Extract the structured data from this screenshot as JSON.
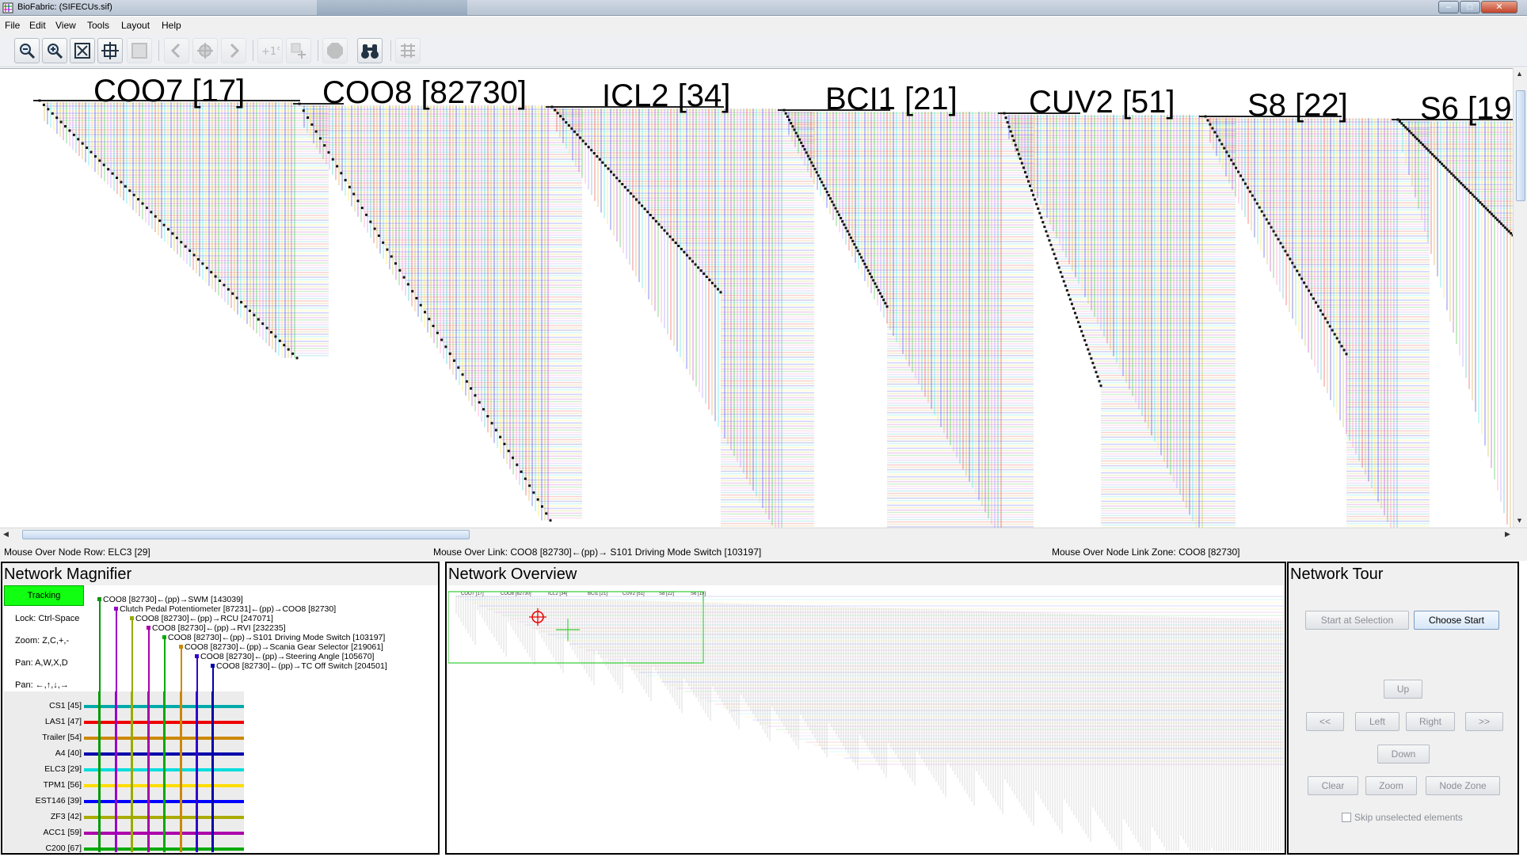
{
  "window": {
    "title": "BioFabric: (SIFECUs.sif)",
    "controls": [
      "minimize",
      "maximize",
      "close"
    ]
  },
  "menu": [
    "File",
    "Edit",
    "View",
    "Tools",
    "Layout",
    "Help"
  ],
  "toolbar": {
    "buttons": [
      {
        "name": "zoom-out-icon",
        "enabled": true
      },
      {
        "name": "zoom-in-icon",
        "enabled": true
      },
      {
        "name": "zoom-to-fit-icon",
        "enabled": true
      },
      {
        "name": "zoom-to-selection-icon",
        "enabled": true
      },
      {
        "name": "zoom-to-rect-icon",
        "enabled": false
      },
      {
        "name": "previous-icon",
        "enabled": false
      },
      {
        "name": "center-on-selection-icon",
        "enabled": false
      },
      {
        "name": "next-icon",
        "enabled": false
      },
      {
        "name": "add-first-neighbors-icon",
        "enabled": false,
        "label": "+1°"
      },
      {
        "name": "add-selection-icon",
        "enabled": false
      },
      {
        "name": "stop-icon",
        "enabled": false
      },
      {
        "name": "search-binoculars-icon",
        "enabled": true
      },
      {
        "name": "layout-icon",
        "enabled": false
      }
    ]
  },
  "network_view": {
    "node_titles": [
      "COO7 [17]",
      "COO8 [82730]",
      "ICL2 [34]",
      "BCI1 [21]",
      "CUV2 [51]",
      "S8 [22]",
      "S6 [19"
    ]
  },
  "status": {
    "node_row": "Mouse Over Node Row: ELC3 [29]",
    "link": "Mouse Over Link: COO8 [82730]←(pp)→ S101 Driving Mode Switch [103197]",
    "node_link_zone": "Mouse Over Node Link Zone: COO8 [82730]"
  },
  "magnifier": {
    "title": "Network Magnifier",
    "tracking_label": "Tracking",
    "hints": [
      "Lock: Ctrl-Space",
      "Zoom: Z,C,+,-",
      "Pan: A,W,X,D",
      "Pan: ←,↑,↓,→"
    ],
    "links": [
      {
        "text": "COO8 [82730]←(pp)→SWM [143039]",
        "color": "#009900"
      },
      {
        "text": "Clutch Pedal Potentiometer [87231]←(pp)→COO8 [82730]",
        "color": "#9900cc"
      },
      {
        "text": "COO8 [82730]←(pp)→RCU [247071]",
        "color": "#99aa00"
      },
      {
        "text": "COO8 [82730]←(pp)→RVI [232235]",
        "color": "#aa00aa"
      },
      {
        "text": "COO8 [82730]←(pp)→S101 Driving Mode Switch [103197]",
        "color": "#00aa00"
      },
      {
        "text": "COO8 [82730]←(pp)→Scania Gear Selector [219061]",
        "color": "#cc8800"
      },
      {
        "text": "COO8 [82730]←(pp)→Steering Angle [105670]",
        "color": "#3300cc"
      },
      {
        "text": "COO8 [82730]←(pp)→TC Off Switch [204501]",
        "color": "#0000aa"
      }
    ],
    "rows": [
      {
        "label": "CS1 [45]",
        "color": "#00aaaa"
      },
      {
        "label": "LAS1 [47]",
        "color": "#ee0000"
      },
      {
        "label": "Trailer [54]",
        "color": "#cc8800"
      },
      {
        "label": "A4 [40]",
        "color": "#0000aa"
      },
      {
        "label": "ELC3 [29]",
        "color": "#00dddd"
      },
      {
        "label": "TPM1 [56]",
        "color": "#ffdd00"
      },
      {
        "label": "EST146 [39]",
        "color": "#0000ff"
      },
      {
        "label": "ZF3 [42]",
        "color": "#aaaa00"
      },
      {
        "label": "ACC1 [59]",
        "color": "#aa00aa"
      },
      {
        "label": "C200 [67]",
        "color": "#00aa00"
      }
    ]
  },
  "overview": {
    "title": "Network Overview",
    "labels": [
      "COO7 [17]",
      "COO8 [82730]",
      "ICL2 [34]",
      "BCI1 [21]",
      "CUV2 [51]",
      "S8 [22]",
      "S6 [19]"
    ]
  },
  "tour": {
    "title": "Network Tour",
    "start_at_selection": "Start at Selection",
    "choose_start": "Choose Start",
    "up": "Up",
    "first": "<<",
    "left": "Left",
    "right": "Right",
    "last": ">>",
    "down": "Down",
    "clear": "Clear",
    "zoom": "Zoom",
    "node_zone": "Node Zone",
    "skip_unselected": "Skip unselected elements"
  },
  "colors": {
    "tracking_green": "#11ff11",
    "link_palette": [
      "#00aaaa",
      "#ee0000",
      "#cc8800",
      "#0000aa",
      "#00dddd",
      "#ffdd00",
      "#0000ff",
      "#aaaa00",
      "#aa00aa",
      "#00aa00",
      "#ff66aa",
      "#9966ff"
    ]
  }
}
